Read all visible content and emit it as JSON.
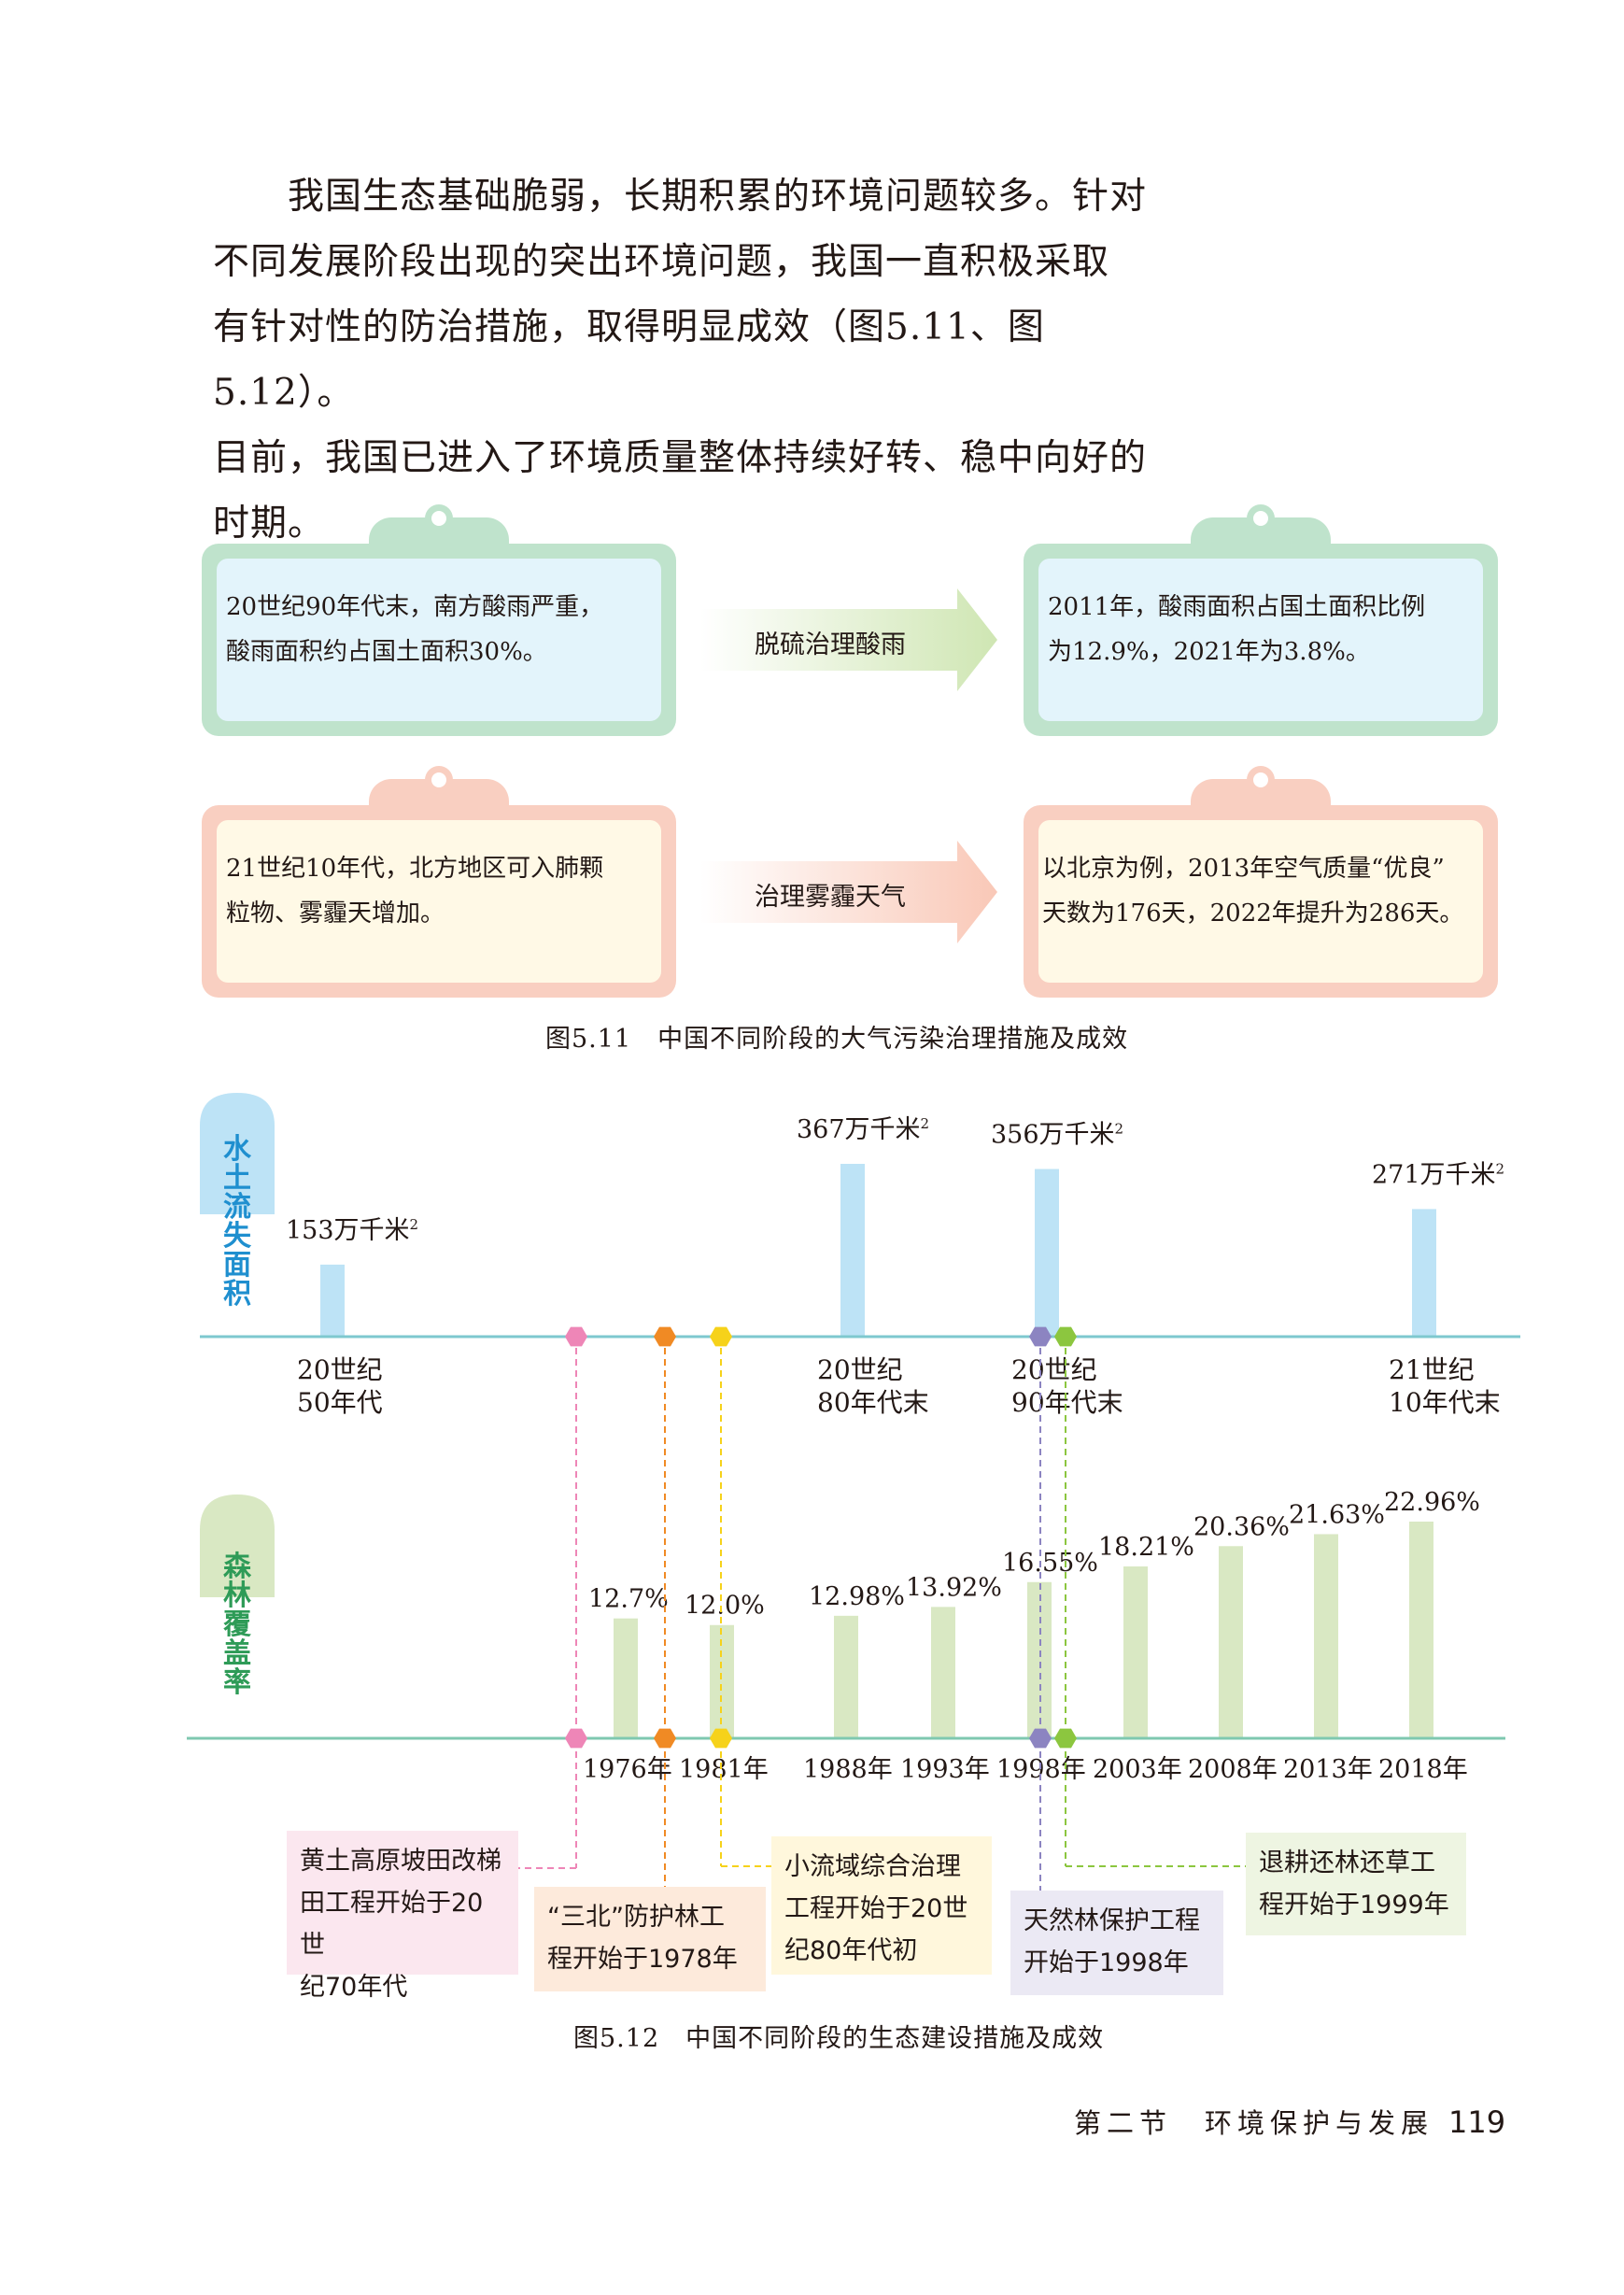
{
  "paragraph": [
    "我国生态基础脆弱，长期积累的环境问题较多。针对",
    "不同发展阶段出现的突出环境问题，我国一直积极采取",
    "有针对性的防治措施，取得明显成效（图5.11、图5.12）。",
    "目前，我国已进入了环境质量整体持续好转、稳中向好的",
    "时期。"
  ],
  "fig511": {
    "row1": {
      "before": [
        "20世纪90年代末，南方酸雨严重，",
        "酸雨面积约占国土面积30%。"
      ],
      "measure": "脱硫治理酸雨",
      "after": [
        "2011年，酸雨面积占国土面积比例",
        "为12.9%，2021年为3.8%。"
      ]
    },
    "row2": {
      "before": [
        "21世纪10年代，北方地区可入肺颗",
        "粒物、雾霾天增加。"
      ],
      "measure": "治理雾霾天气",
      "after": [
        "以北京为例，2013年空气质量“优良”",
        "天数为176天，2022年提升为286天。"
      ]
    },
    "caption_num": "图5.11",
    "caption_text": "中国不同阶段的大气污染治理措施及成效"
  },
  "fig512": {
    "erosion_label": "水土流失面积",
    "forest_label": "森林覆盖率",
    "erosion": [
      {
        "value": 153,
        "value_text": "153万千米",
        "period": [
          "20世纪",
          "50年代"
        ]
      },
      {
        "value": 367,
        "value_text": "367万千米",
        "period": [
          "20世纪",
          "80年代末"
        ]
      },
      {
        "value": 356,
        "value_text": "356万千米",
        "period": [
          "20世纪",
          "90年代末"
        ]
      },
      {
        "value": 271,
        "value_text": "271万千米",
        "period": [
          "21世纪",
          "10年代末"
        ]
      }
    ],
    "unit_sup": "2",
    "forest": [
      {
        "year": "1976年",
        "value": 12.7,
        "value_text": "12.7%"
      },
      {
        "year": "1981年",
        "value": 12.0,
        "value_text": "12.0%"
      },
      {
        "year": "1988年",
        "value": 12.98,
        "value_text": "12.98%"
      },
      {
        "year": "1993年",
        "value": 13.92,
        "value_text": "13.92%"
      },
      {
        "year": "1998年",
        "value": 16.55,
        "value_text": "16.55%"
      },
      {
        "year": "2003年",
        "value": 18.21,
        "value_text": "18.21%"
      },
      {
        "year": "2008年",
        "value": 20.36,
        "value_text": "20.36%"
      },
      {
        "year": "2013年",
        "value": 21.63,
        "value_text": "21.63%"
      },
      {
        "year": "2018年",
        "value": 22.96,
        "value_text": "22.96%"
      }
    ],
    "notes": {
      "loess": [
        "黄土高原坡田改梯",
        "田工程开始于20世",
        "纪70年代"
      ],
      "sanbei": [
        "“三北”防护林工",
        "程开始于1978年"
      ],
      "watershed": [
        "小流域综合治理",
        "工程开始于20世",
        "纪80年代初"
      ],
      "forest_protect": [
        "天然林保护工程",
        "开始于1998年"
      ],
      "grain_green": [
        "退耕还林还草工",
        "程开始于1999年"
      ]
    },
    "colors": {
      "pink": "#ee86b7",
      "orange": "#f08a24",
      "yellow": "#f6d21a",
      "purple": "#8c84c1",
      "green": "#8cc63f",
      "axis": "#7ec8cf",
      "erosion_bar": "#bde3f6",
      "forest_bar": "#d9e8c3"
    },
    "caption_num": "图5.12",
    "caption_text": "中国不同阶段的生态建设措施及成效"
  },
  "footer": {
    "section": "第二节　环境保护与发展",
    "page": "119"
  }
}
